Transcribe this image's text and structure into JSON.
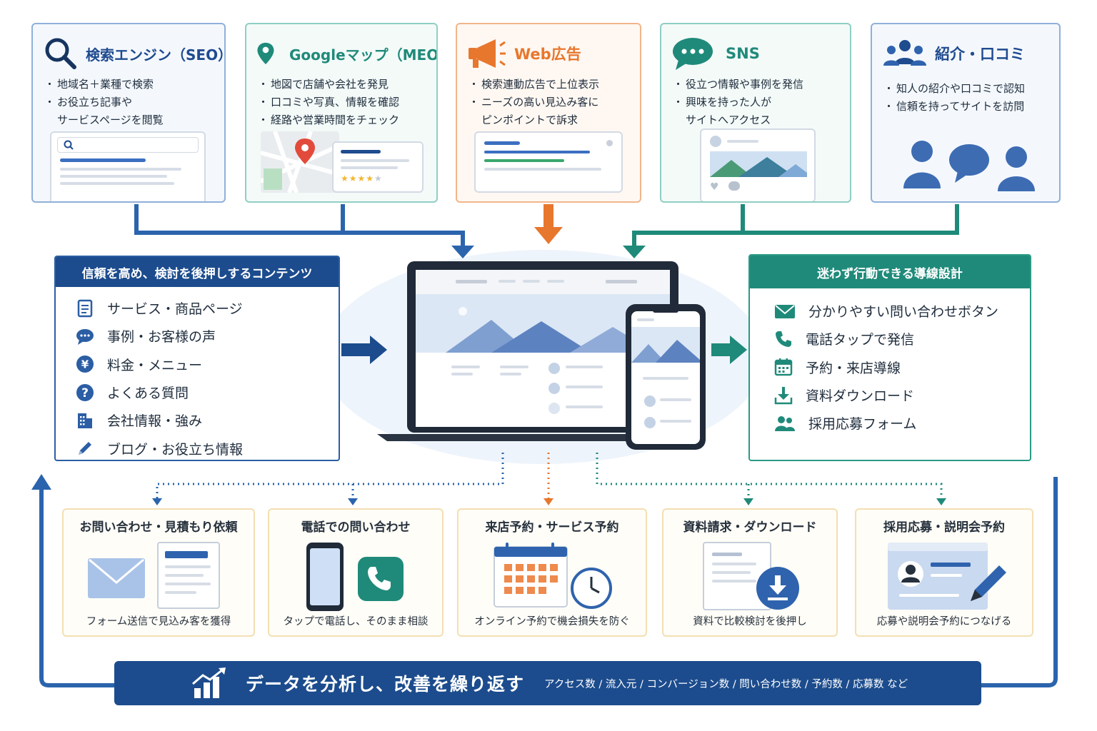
{
  "sources": [
    {
      "id": "seo",
      "title": "検索エンジン（SEO）",
      "color": "#1f4b8f",
      "bullets": [
        "地域名＋業種で検索",
        "お役立ち記事や",
        "サービスページを閲覧"
      ],
      "icon": "search-icon"
    },
    {
      "id": "meo",
      "title": "Googleマップ（MEO）",
      "color": "#1f8a7a",
      "bullets": [
        "地図で店舗や会社を発見",
        "口コミや写真、情報を確認",
        "経路や営業時間をチェック"
      ],
      "icon": "map-pin-icon"
    },
    {
      "id": "ads",
      "title": "Web広告",
      "color": "#e8772e",
      "bullets": [
        "検索連動広告で上位表示",
        "ニーズの高い見込み客に",
        "ピンポイントで訴求"
      ],
      "icon": "megaphone-icon"
    },
    {
      "id": "sns",
      "title": "SNS",
      "color": "#1f8a7a",
      "bullets": [
        "役立つ情報や事例を発信",
        "興味を持った人が",
        "サイトへアクセス"
      ],
      "icon": "chat-bubble-icon"
    },
    {
      "id": "referral",
      "title": "紹介・口コミ",
      "color": "#1f4b8f",
      "bullets": [
        "知人の紹介や口コミで認知",
        "信頼を持ってサイトを訪問"
      ],
      "icon": "people-icon"
    }
  ],
  "content_panel": {
    "title": "信頼を高め、検討を後押しするコンテンツ",
    "items": [
      {
        "label": "サービス・商品ページ",
        "icon": "document-icon"
      },
      {
        "label": "事例・お客様の声",
        "icon": "speech-bubble-icon"
      },
      {
        "label": "料金・メニュー",
        "icon": "yen-icon"
      },
      {
        "label": "よくある質問",
        "icon": "question-icon"
      },
      {
        "label": "会社情報・強み",
        "icon": "building-icon"
      },
      {
        "label": "ブログ・お役立ち情報",
        "icon": "pencil-icon"
      }
    ]
  },
  "action_panel": {
    "title": "迷わず行動できる導線設計",
    "items": [
      {
        "label": "分かりやすい問い合わせボタン",
        "icon": "mail-icon"
      },
      {
        "label": "電話タップで発信",
        "icon": "phone-icon"
      },
      {
        "label": "予約・来店導線",
        "icon": "calendar-icon"
      },
      {
        "label": "資料ダウンロード",
        "icon": "download-icon"
      },
      {
        "label": "採用応募フォーム",
        "icon": "users-icon"
      }
    ]
  },
  "conversions": [
    {
      "title": "お問い合わせ・見積もり依頼",
      "desc": "フォーム送信で見込み客を獲得"
    },
    {
      "title": "電話での問い合わせ",
      "desc": "タップで電話し、そのまま相談"
    },
    {
      "title": "来店予約・サービス予約",
      "desc": "オンライン予約で機会損失を防ぐ"
    },
    {
      "title": "資料請求・ダウンロード",
      "desc": "資料で比較検討を後押し"
    },
    {
      "title": "採用応募・説明会予約",
      "desc": "応募や説明会予約につなげる"
    }
  ],
  "bottom": {
    "title": "データを分析し、改善を繰り返す",
    "metrics": "アクセス数 / 流入元 / コンバージョン数 / 問い合わせ数 / 予約数 / 応募数 など"
  },
  "colors": {
    "navy": "#1c4c8d",
    "teal": "#1f8a7a",
    "orange": "#e8772e",
    "flow_blue": "#2b64ad"
  }
}
